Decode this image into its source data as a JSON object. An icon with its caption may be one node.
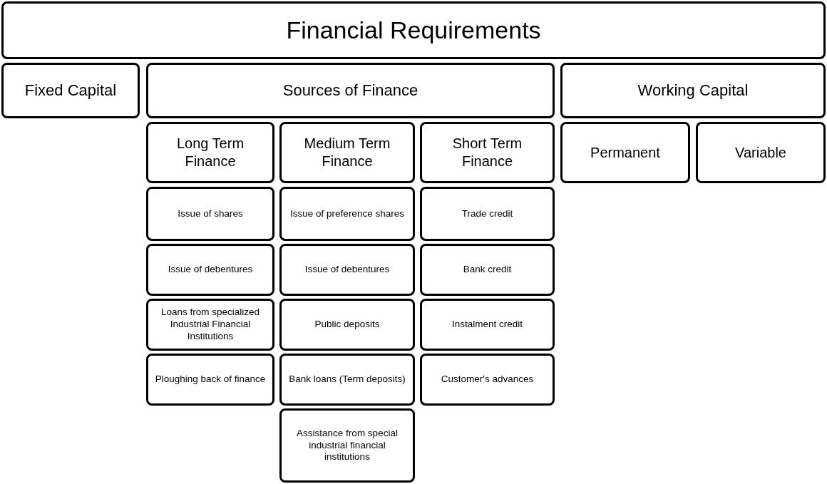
{
  "diagram": {
    "nodes": [
      {
        "text": [
          "Financial Requirements"
        ]
      },
      {
        "text": [
          "Fixed Capital"
        ]
      },
      {
        "text": [
          "Sources of Finance"
        ]
      },
      {
        "text": [
          "Working Capital"
        ]
      },
      {
        "text": [
          "Long Term Finance"
        ]
      },
      {
        "text": [
          "Medium Term Finance"
        ]
      },
      {
        "text": [
          "Short Term Finance"
        ]
      },
      {
        "text": [
          "Permanent"
        ]
      },
      {
        "text": [
          "Variable"
        ]
      },
      {
        "text": [
          "Issue of shares"
        ]
      },
      {
        "text": [
          "Issue of preference shares"
        ]
      },
      {
        "text": [
          "Trade credit"
        ]
      },
      {
        "text": [
          "Issue of debentures"
        ]
      },
      {
        "text": [
          "Issue of debentures"
        ]
      },
      {
        "text": [
          "Bank credit"
        ]
      },
      {
        "text": [
          "Loans from specialized Industrial Financial Institutions"
        ]
      },
      {
        "text": [
          "Public deposits"
        ]
      },
      {
        "text": [
          "Instalment credit"
        ]
      },
      {
        "text": [
          "Ploughing back of finance"
        ]
      },
      {
        "text": [
          "Bank loans (Term deposits)"
        ]
      },
      {
        "text": [
          "Customer's advances"
        ]
      },
      {
        "text": [
          "Assistance from special industrial financial institutions"
        ]
      }
    ]
  }
}
